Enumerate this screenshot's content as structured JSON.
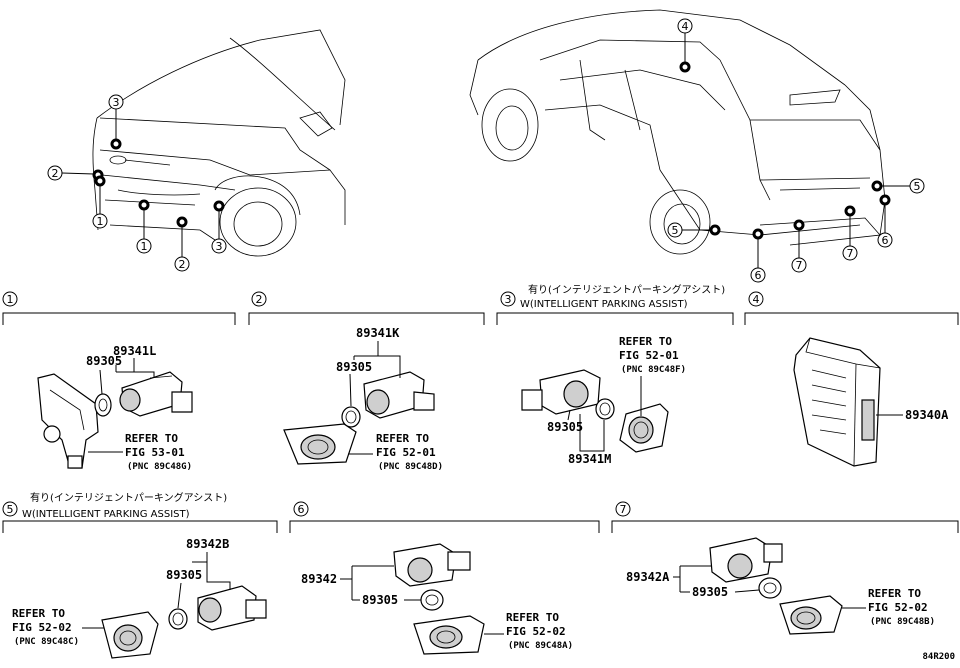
{
  "diagram": {
    "drawing_code": "84R200",
    "sections": [
      {
        "num": "1",
        "caption_ja": "",
        "caption_en": ""
      },
      {
        "num": "2",
        "caption_ja": "",
        "caption_en": ""
      },
      {
        "num": "3",
        "caption_ja": "有り(インテリジェントパーキングアシスト)",
        "caption_en": "W(INTELLIGENT PARKING ASSIST)"
      },
      {
        "num": "4",
        "caption_ja": "",
        "caption_en": ""
      },
      {
        "num": "5",
        "caption_ja": "有り(インテリジェントパーキングアシスト)",
        "caption_en": "W(INTELLIGENT PARKING ASSIST)"
      },
      {
        "num": "6",
        "caption_ja": "",
        "caption_en": ""
      },
      {
        "num": "7",
        "caption_ja": "",
        "caption_en": ""
      }
    ],
    "callouts": [
      {
        "section": "1",
        "part_numbers": [
          "89341L",
          "89305"
        ],
        "refer": "REFER TO",
        "fig": "FIG 53-01",
        "pnc": "(PNC 89C48G)"
      },
      {
        "section": "2",
        "part_numbers": [
          "89341K",
          "89305"
        ],
        "refer": "REFER TO",
        "fig": "FIG 52-01",
        "pnc": "(PNC 89C48D)"
      },
      {
        "section": "3",
        "part_numbers": [
          "89305",
          "89341M"
        ],
        "refer": "REFER TO",
        "fig": "FIG 52-01",
        "pnc": "(PNC 89C48F)"
      },
      {
        "section": "4",
        "part_numbers": [
          "89340A"
        ],
        "refer": "",
        "fig": "",
        "pnc": ""
      },
      {
        "section": "5",
        "part_numbers": [
          "89342B",
          "89305"
        ],
        "refer": "REFER TO",
        "fig": "FIG 52-02",
        "pnc": "(PNC 89C48C)"
      },
      {
        "section": "6",
        "part_numbers": [
          "89342",
          "89305"
        ],
        "refer": "REFER TO",
        "fig": "FIG 52-02",
        "pnc": "(PNC 89C48A)"
      },
      {
        "section": "7",
        "part_numbers": [
          "89342A",
          "89305"
        ],
        "refer": "REFER TO",
        "fig": "FIG 52-02",
        "pnc": "(PNC 89C48B)"
      }
    ],
    "front_view_markers": [
      "3",
      "2",
      "1",
      "1",
      "2",
      "3"
    ],
    "rear_view_markers": [
      "4",
      "5",
      "5",
      "6",
      "7",
      "7",
      "6"
    ]
  }
}
